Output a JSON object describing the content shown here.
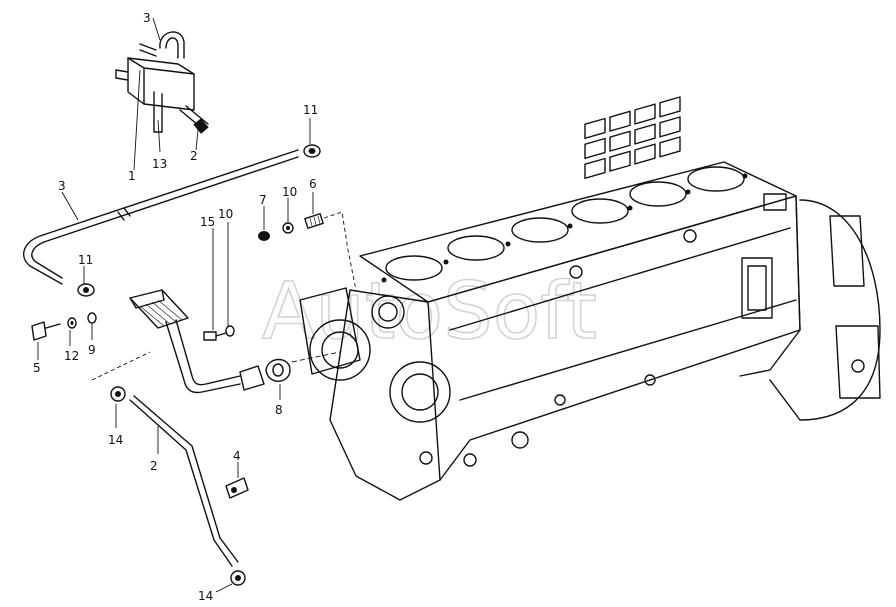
{
  "watermark": "AutoSoft",
  "callouts": {
    "valve_top": "3",
    "valve_body": "1",
    "valve_pipe": "13",
    "valve_outlet": "2",
    "nut_top": "11",
    "tube_upper": "3",
    "washer_left": "7",
    "seal_mid": "10",
    "fitting_mid": "6",
    "bolt_vert": "15",
    "washer_vert": "10",
    "nut_mid": "11",
    "bolt_left": "5",
    "washer_12": "12",
    "washer_9": "9",
    "gasket": "8",
    "nut_lower": "14",
    "tube_lower": "2",
    "clip": "4",
    "nut_bottom": "14"
  }
}
